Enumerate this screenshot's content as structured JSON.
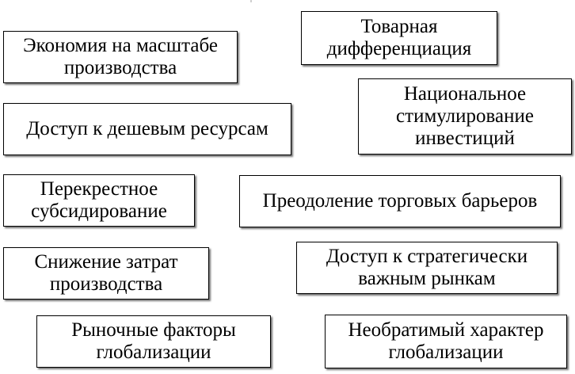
{
  "boxes": [
    {
      "id": "economies-of-scale",
      "text": "Экономия на масштабе\nпроизводства"
    },
    {
      "id": "cheap-resources",
      "text": "Доступ к дешевым ресурсам"
    },
    {
      "id": "cross-subsidization",
      "text": "Перекрестное\nсубсидирование"
    },
    {
      "id": "cost-reduction",
      "text": "Снижение затрат\nпроизводства"
    },
    {
      "id": "market-factors",
      "text": "Рыночные факторы\nглобализации"
    },
    {
      "id": "product-differentiation",
      "text": "Товарная\nдифференциация"
    },
    {
      "id": "national-investment",
      "text": "Национальное\nстимулирование\nинвестиций"
    },
    {
      "id": "trade-barriers",
      "text": "Преодоление торговых барьеров"
    },
    {
      "id": "strategic-markets",
      "text": "Доступ к стратегически\nважным рынкам"
    },
    {
      "id": "irreversibility",
      "text": "Необратимый характер\nглобализации"
    }
  ],
  "colors": {
    "background": "#ffffff",
    "border": "#000000",
    "text": "#000000"
  }
}
